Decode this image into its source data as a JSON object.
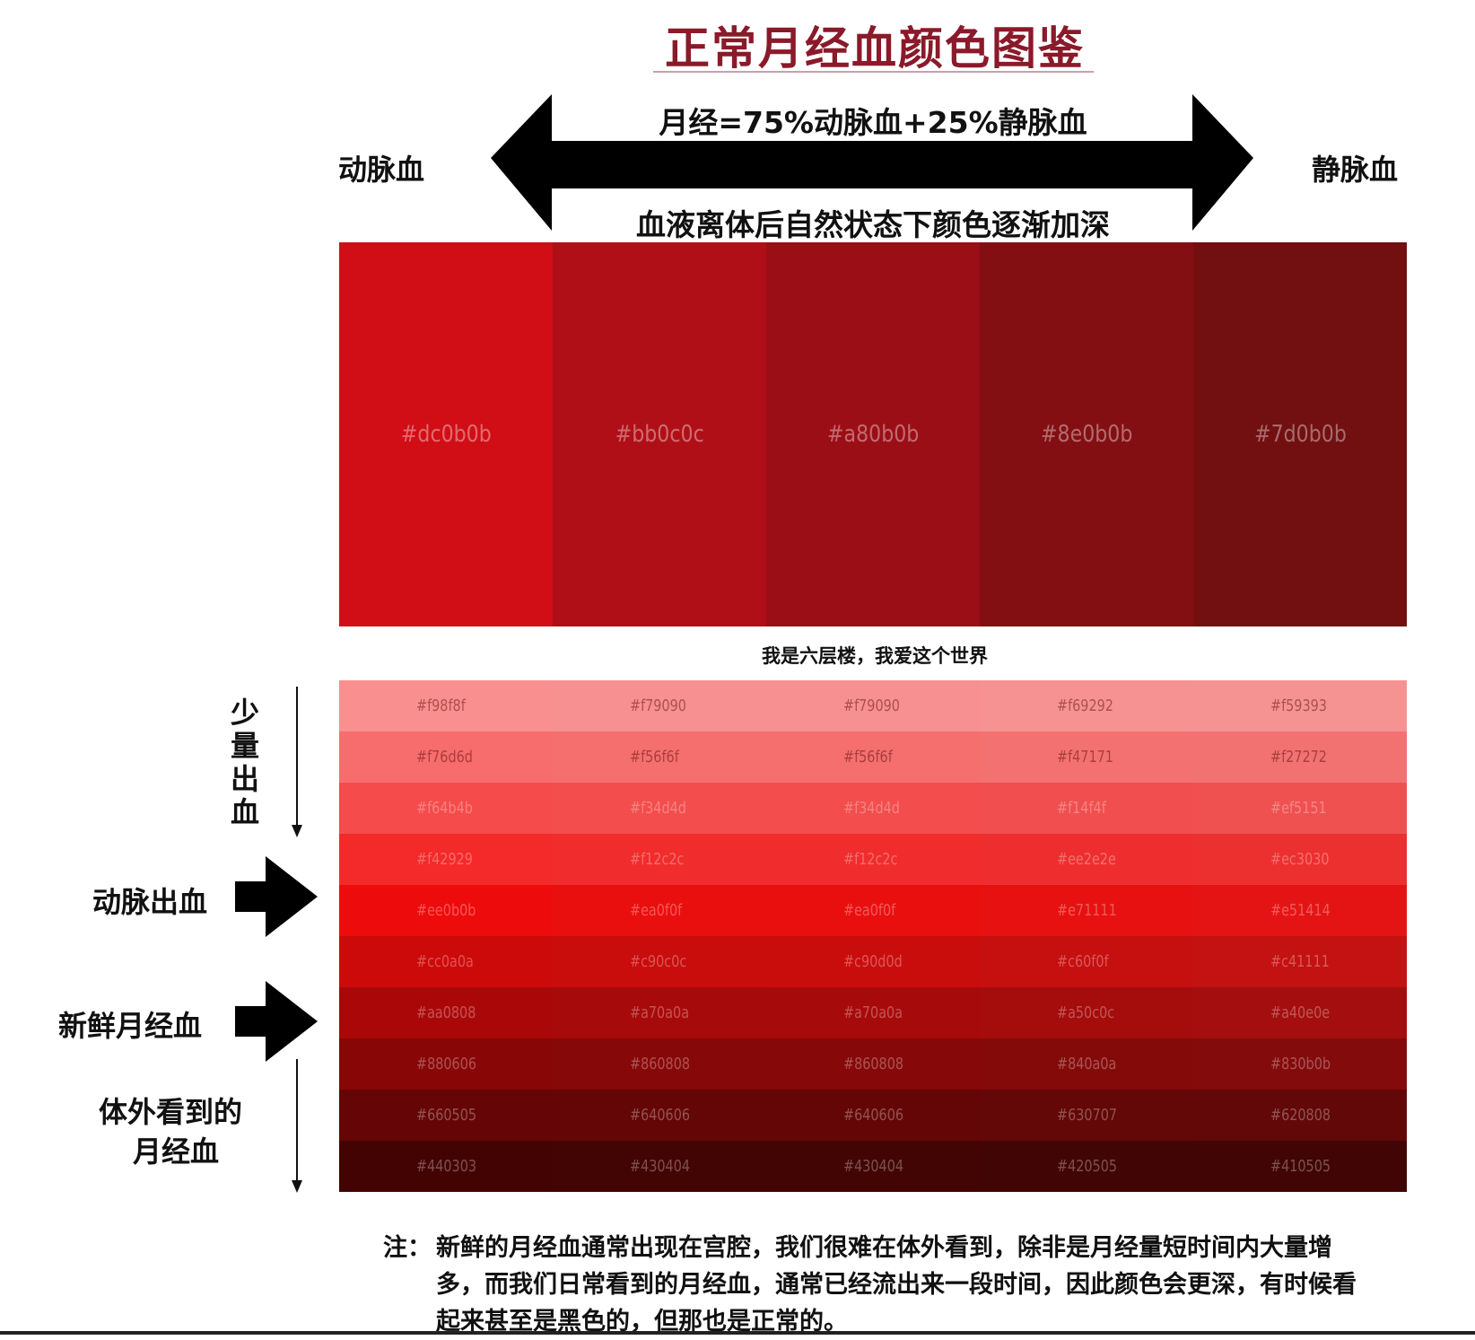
{
  "title": "正常月经血颜色图鉴",
  "arrow": {
    "top_text": "月经=75%动脉血+25%静脉血",
    "bottom_text": "血液离体后自然状态下颜色逐渐加深",
    "left_label": "动脉血",
    "right_label": "静脉血"
  },
  "main_swatches": [
    {
      "hex": "#dc0b0b",
      "color": "#d10d16"
    },
    {
      "hex": "#bb0c0c",
      "color": "#b00f17"
    },
    {
      "hex": "#a80b0b",
      "color": "#9b0e16"
    },
    {
      "hex": "#8e0b0b",
      "color": "#830f13"
    },
    {
      "hex": "#7d0b0b",
      "color": "#720f11"
    }
  ],
  "caption": "我是六层楼，我爱这个世界",
  "grid": {
    "rows": [
      [
        "#f98f8f",
        "#f79090",
        "#f79090",
        "#f69292",
        "#f59393"
      ],
      [
        "#f76d6d",
        "#f56f6f",
        "#f56f6f",
        "#f47171",
        "#f27272"
      ],
      [
        "#f64b4b",
        "#f34d4d",
        "#f34d4d",
        "#f14f4f",
        "#ef5151"
      ],
      [
        "#f42929",
        "#f12c2c",
        "#f12c2c",
        "#ee2e2e",
        "#ec3030"
      ],
      [
        "#ee0b0b",
        "#ea0f0f",
        "#ea0f0f",
        "#e71111",
        "#e51414"
      ],
      [
        "#cc0a0a",
        "#c90c0c",
        "#c90d0d",
        "#c60f0f",
        "#c41111"
      ],
      [
        "#aa0808",
        "#a70a0a",
        "#a70a0a",
        "#a50c0c",
        "#a40e0e"
      ],
      [
        "#880606",
        "#860808",
        "#860808",
        "#840a0a",
        "#830b0b"
      ],
      [
        "#660505",
        "#640606",
        "#640606",
        "#630707",
        "#620808"
      ],
      [
        "#440303",
        "#430404",
        "#430404",
        "#420505",
        "#410505"
      ]
    ]
  },
  "side_labels": {
    "small_bleeding": "少量出血",
    "arterial_bleeding": "动脉出血",
    "fresh_menstrual": "新鲜月经血",
    "seen_outside_line1": "体外看到的",
    "seen_outside_line2": "月经血"
  },
  "note": {
    "prefix": "注：",
    "text": "新鲜的月经血通常出现在宫腔，我们很难在体外看到，除非是月经量短时间内大量增多，而我们日常看到的月经血，通常已经流出来一段时间，因此颜色会更深，有时候看起来甚至是黑色的，但那也是正常的。"
  }
}
